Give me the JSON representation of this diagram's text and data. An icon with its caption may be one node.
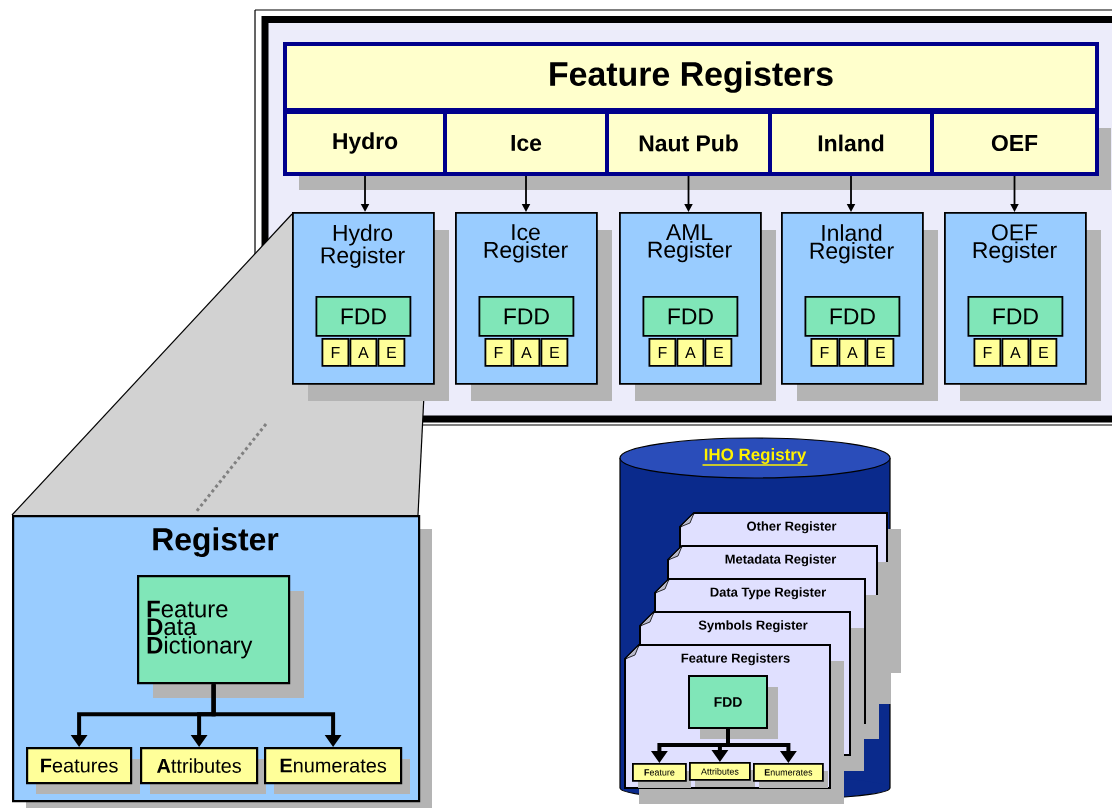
{
  "diagram": {
    "nodes": [
      {
        "text": [
          "Feature Registers"
        ]
      },
      {
        "text": [
          "Hydro"
        ]
      },
      {
        "text": [
          "Ice"
        ]
      },
      {
        "text": [
          "Naut Pub"
        ]
      },
      {
        "text": [
          "Inland"
        ]
      },
      {
        "text": [
          "OEF"
        ]
      },
      {
        "text": [
          "Hydro Register"
        ]
      },
      {
        "text": [
          "FDD"
        ],
        "in": 6
      },
      {
        "text": [
          "F"
        ],
        "in": 6
      },
      {
        "text": [
          "A"
        ],
        "in": 6
      },
      {
        "text": [
          "E"
        ],
        "in": 6
      },
      {
        "text": [
          "Ice Register"
        ]
      },
      {
        "text": [
          "FDD"
        ],
        "in": 11
      },
      {
        "text": [
          "F"
        ],
        "in": 11
      },
      {
        "text": [
          "A"
        ],
        "in": 11
      },
      {
        "text": [
          "E"
        ],
        "in": 11
      },
      {
        "text": [
          "AML Register"
        ]
      },
      {
        "text": [
          "FDD"
        ],
        "in": 16
      },
      {
        "text": [
          "F"
        ],
        "in": 16
      },
      {
        "text": [
          "A"
        ],
        "in": 16
      },
      {
        "text": [
          "E"
        ],
        "in": 16
      },
      {
        "text": [
          "Inland Register"
        ]
      },
      {
        "text": [
          "FDD"
        ],
        "in": 21
      },
      {
        "text": [
          "F"
        ],
        "in": 21
      },
      {
        "text": [
          "A"
        ],
        "in": 21
      },
      {
        "text": [
          "E"
        ],
        "in": 21
      },
      {
        "text": [
          "OEF Register"
        ]
      },
      {
        "text": [
          "FDD"
        ],
        "in": 26
      },
      {
        "text": [
          "F"
        ],
        "in": 26
      },
      {
        "text": [
          "A"
        ],
        "in": 26
      },
      {
        "text": [
          "E"
        ],
        "in": 26
      },
      {
        "text": [
          "Register"
        ]
      },
      {
        "text": [
          "**F**eature **D**ata **D**ictionary"
        ],
        "in": 31
      },
      {
        "text": [
          "**F**eatures"
        ],
        "in": 31
      },
      {
        "text": [
          "**A**ttributes"
        ],
        "in": 31
      },
      {
        "text": [
          "**E**numerates"
        ],
        "in": 31
      },
      {
        "text": [
          "IHO Registry"
        ]
      },
      {
        "text": [
          "Other Register"
        ],
        "in": 36
      },
      {
        "text": [
          "Metadata Register"
        ],
        "in": 36
      },
      {
        "text": [
          "Data Type Register"
        ],
        "in": 36
      },
      {
        "text": [
          "Symbols Register"
        ],
        "in": 36
      },
      {
        "text": [
          "Feature Registers"
        ],
        "in": 36
      },
      {
        "text": [
          "FDD"
        ],
        "in": 41
      },
      {
        "text": [
          "**F**eature"
        ],
        "in": 41
      },
      {
        "text": [
          "Attributes"
        ],
        "in": 41
      },
      {
        "text": [
          "**E**numerates"
        ],
        "in": 41
      }
    ],
    "edges": [
      {
        "from": 1,
        "to": 6,
        "arrow": "to"
      },
      {
        "from": 2,
        "to": 11,
        "arrow": "to"
      },
      {
        "from": 3,
        "to": 16,
        "arrow": "to"
      },
      {
        "from": 4,
        "to": 21,
        "arrow": "to"
      },
      {
        "from": 5,
        "to": 26,
        "arrow": "to"
      },
      {
        "from": 32,
        "to": 33,
        "arrow": "to"
      },
      {
        "from": 32,
        "to": 34,
        "arrow": "to"
      },
      {
        "from": 32,
        "to": 35,
        "arrow": "to"
      },
      {
        "from": 42,
        "to": 43,
        "arrow": "to"
      },
      {
        "from": 42,
        "to": 44,
        "arrow": "to"
      },
      {
        "from": 42,
        "to": 45,
        "arrow": "to"
      }
    ]
  }
}
